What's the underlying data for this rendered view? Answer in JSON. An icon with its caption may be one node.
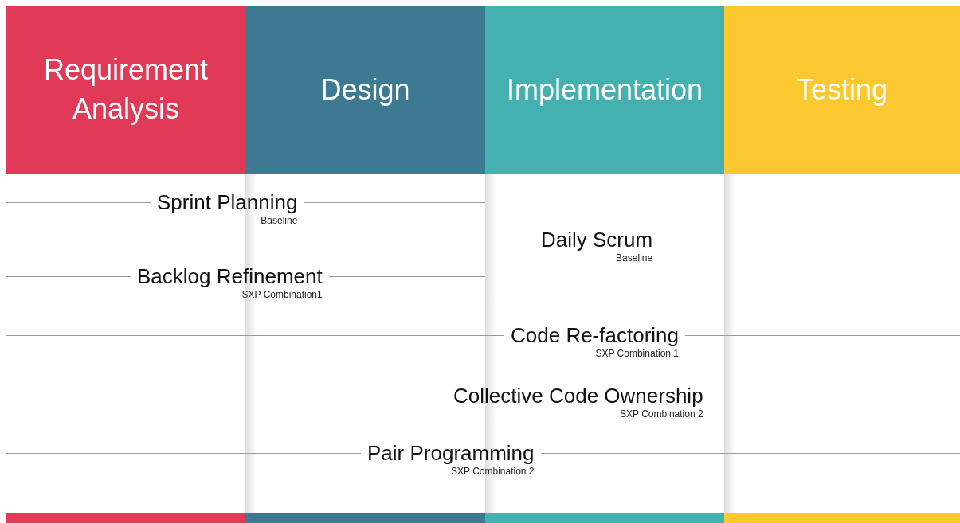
{
  "diagram": {
    "nodes": [
      {
        "text": [
          "Requirement Analysis"
        ]
      },
      {
        "text": [
          "Design"
        ]
      },
      {
        "text": [
          "Implementation"
        ]
      },
      {
        "text": [
          "Testing"
        ]
      },
      {
        "text": [
          "Sprint Planning"
        ],
        "beside": [
          "Baseline"
        ]
      },
      {
        "text": [
          "Daily Scrum"
        ],
        "beside": [
          "Baseline"
        ]
      },
      {
        "text": [
          "Backlog Refinement"
        ],
        "beside": [
          "SXP Combination1"
        ]
      },
      {
        "text": [
          "Code Re-factoring"
        ],
        "beside": [
          "SXP Combination 1"
        ]
      },
      {
        "text": [
          "Collective Code Ownership"
        ],
        "beside": [
          "SXP Combination 2"
        ]
      },
      {
        "text": [
          "Pair Programming"
        ],
        "beside": [
          "SXP Combination 2"
        ]
      }
    ]
  }
}
